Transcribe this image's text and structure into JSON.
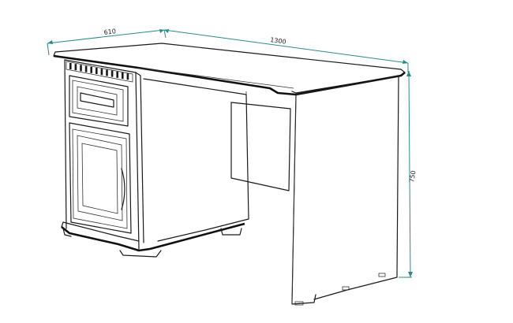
{
  "dimensions": {
    "depth_label": "610",
    "width_label": "1300",
    "height_label": "750"
  },
  "colors": {
    "dimension_line": "#2a8a8a",
    "outline": "#1a1a1a"
  }
}
